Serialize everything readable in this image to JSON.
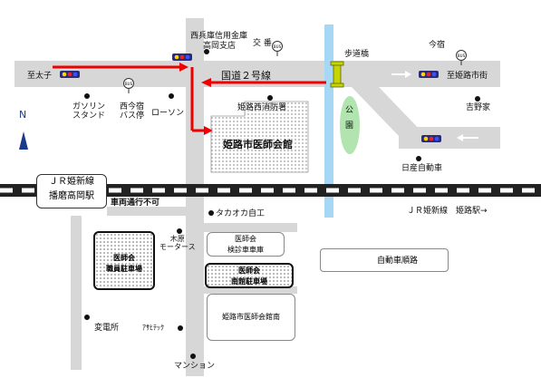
{
  "labels": {
    "from_taishi": "至太子",
    "to_himeji_city": "至姫路市街",
    "national_route": "国道２号線",
    "nishihyogo_bank": "西兵庫信用金庫",
    "takaoka_branch": "高岡支店",
    "police_box": "交 番",
    "pedestrian_bridge": "歩道橋",
    "imajuku": "今宿",
    "gas_station": "ガソリン\nスタンド",
    "nishiimajuku_bus": "西今宿\nバス停",
    "lawson": "ローソン",
    "fire_station": "姫路西消防署",
    "medical_hall": "姫路市医師会館",
    "park": "公\n\n園",
    "yoshinoya": "吉野家",
    "nissan": "日産自動車",
    "north": "N",
    "jr_line": "ＪＲ姫新線",
    "harima_takaoka_sta": "播磨高岡駅",
    "no_vehicle": "車両通行不可",
    "takaoka_jiko": "タカオカ自工",
    "jr_line_himeji": "ＪＲ姫新線　姫路駅→",
    "kihara_motors": "木原\nモータース",
    "staff_parking": "医師会\n職員駐車場",
    "checkup_garage": "医師会\n検診車車庫",
    "south_parking": "医師会\n南館駐車場",
    "south_annex": "姫路市医師会館南",
    "legend_route": "自動車順路",
    "substation": "変電所",
    "asahi_tech": "ｱｻﾋﾃｯｸ",
    "mansion": "マンション",
    "bus_icon": "BUS"
  },
  "colors": {
    "road": "#d7d7d7",
    "route": "#ee0000",
    "river": "#a6d8f5",
    "park": "#b2e4b0",
    "north_arrow": "#1c3a8c",
    "bridge": "#c8d400"
  },
  "icons": [
    "traffic-light-icon",
    "bus-stop-icon",
    "north-arrow-icon",
    "pedestrian-bridge-icon"
  ]
}
